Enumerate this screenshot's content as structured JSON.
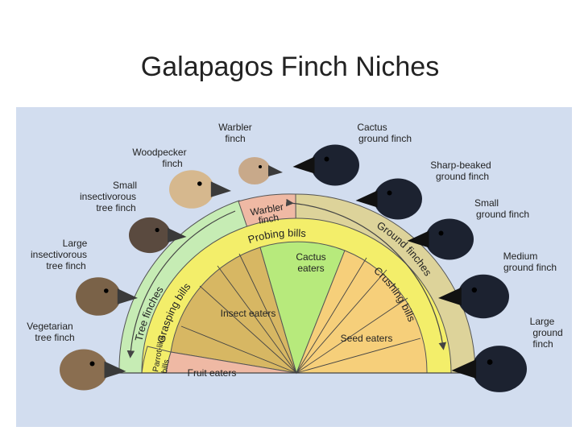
{
  "slide": {
    "title": "Galapagos Finch Niches"
  },
  "diagram": {
    "colors": {
      "tree_band": "#c6ecb4",
      "ground_band": "#ddd39a",
      "probing_ring": "#f3ee6a",
      "insect": "#d7b763",
      "cactus": "#b7ea7c",
      "seed": "#f6cf7a",
      "fruit": "#efb9a4",
      "warbler": "#efb9a4",
      "panel": "#d2ddef"
    },
    "bands": {
      "tree_finches": "Tree finches",
      "ground_finches": "Ground finches"
    },
    "rings": {
      "probing_bills": "Probing bills",
      "grasping_bills": "Grasping bills",
      "crushing_bills": "Crushing bills",
      "parrot_like_1": "Parrot-like",
      "parrot_like_2": "bills"
    },
    "sectors": {
      "warbler_1": "Warbler",
      "warbler_2": "finch",
      "cactus_1": "Cactus",
      "cactus_2": "eaters",
      "insect": "Insect eaters",
      "seed": "Seed eaters",
      "fruit": "Fruit eaters"
    },
    "finches": [
      {
        "id": "warbler",
        "lines": [
          "Warbler",
          "finch"
        ],
        "icon": "warbler-finch-icon",
        "color": "#c8a98a"
      },
      {
        "id": "woodpecker",
        "lines": [
          "Woodpecker",
          "finch"
        ],
        "icon": "woodpecker-finch-icon",
        "color": "#d6b88e"
      },
      {
        "id": "small-insectivorous",
        "lines": [
          "Small",
          "insectivorous",
          "tree finch"
        ],
        "icon": "small-insectivorous-finch-icon",
        "color": "#5a4a3f"
      },
      {
        "id": "large-insectivorous",
        "lines": [
          "Large",
          "insectivorous",
          "tree finch"
        ],
        "icon": "large-insectivorous-finch-icon",
        "color": "#7a6248"
      },
      {
        "id": "vegetarian",
        "lines": [
          "Vegetarian",
          "tree finch"
        ],
        "icon": "vegetarian-finch-icon",
        "color": "#8a6e50"
      },
      {
        "id": "cactus",
        "lines": [
          "Cactus",
          "ground finch"
        ],
        "icon": "cactus-ground-finch-icon",
        "color": "#1c2230"
      },
      {
        "id": "sharp-beaked",
        "lines": [
          "Sharp-beaked",
          "ground finch"
        ],
        "icon": "sharp-beaked-finch-icon",
        "color": "#1c2230"
      },
      {
        "id": "small-ground",
        "lines": [
          "Small",
          "ground finch"
        ],
        "icon": "small-ground-finch-icon",
        "color": "#1c2230"
      },
      {
        "id": "medium-ground",
        "lines": [
          "Medium",
          "ground finch"
        ],
        "icon": "medium-ground-finch-icon",
        "color": "#1c2230"
      },
      {
        "id": "large-ground",
        "lines": [
          "Large",
          "ground",
          "finch"
        ],
        "icon": "large-ground-finch-icon",
        "color": "#1c2230"
      }
    ]
  }
}
